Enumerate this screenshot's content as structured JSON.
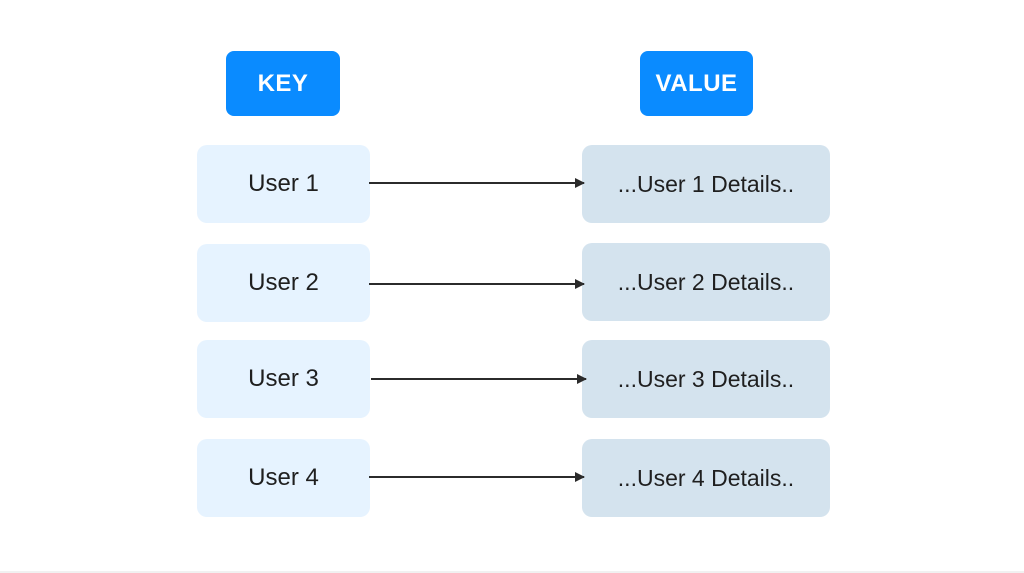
{
  "headers": {
    "key": "KEY",
    "value": "VALUE"
  },
  "rows": [
    {
      "key": "User 1",
      "value": "...User 1 Details.."
    },
    {
      "key": "User 2",
      "value": "...User 2 Details.."
    },
    {
      "key": "User 3",
      "value": "...User 3 Details.."
    },
    {
      "key": "User 4",
      "value": "...User 4 Details.."
    }
  ],
  "colors": {
    "header_bg": "#0a8bff",
    "key_bg": "#e6f3ff",
    "value_bg": "#d4e3ee",
    "arrow": "#2b2b2b"
  }
}
